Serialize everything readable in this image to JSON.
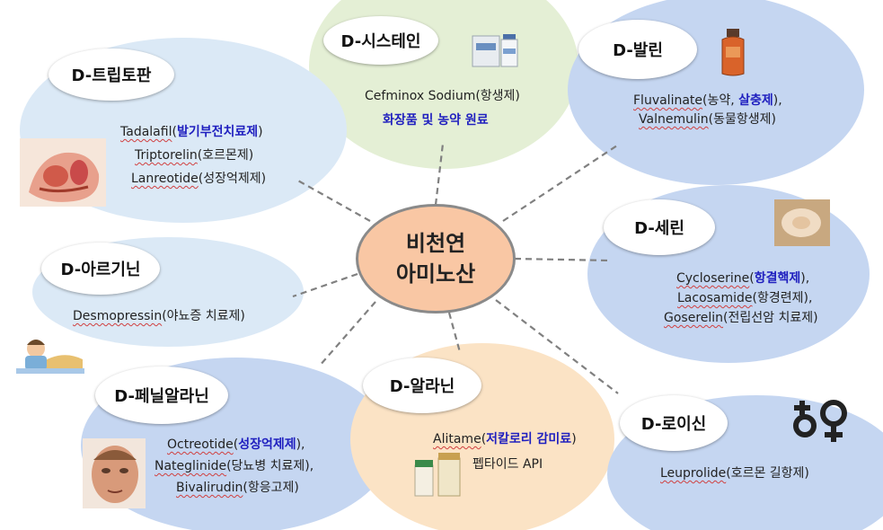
{
  "center": {
    "line1": "비천연",
    "line2": "아미노산"
  },
  "nodes": {
    "cys": {
      "title": "D-시스테인",
      "line1": "Cefminox Sodium(항생제)",
      "line2": "화장품 및 농약 원료"
    },
    "val": {
      "title": "D-발린",
      "line1": {
        "drug": "Fluvalinate",
        "p1": "(농약, ",
        "hl": "살충제",
        "p2": "),"
      },
      "line2": {
        "drug": "Valnemulin",
        "p1": "(동물항생제)"
      }
    },
    "trp": {
      "title": "D-트립토판",
      "line1": {
        "drug": "Tadalafil",
        "p1": "(",
        "hl": "발기부전치료제",
        "p2": ")"
      },
      "line2": {
        "drug": "Triptorelin",
        "p1": "(호르몬제)"
      },
      "line3": {
        "drug": "Lanreotide",
        "p1": "(성장억제제)"
      }
    },
    "ser": {
      "title": "D-세린",
      "line1": {
        "drug": "Cycloserine",
        "p1": "(",
        "hl": "항결핵제",
        "p2": "),"
      },
      "line2": {
        "drug": "Lacosamide",
        "p1": "(항경련제),"
      },
      "line3": {
        "drug": "Goserelin",
        "p1": "(전립선암 치료제)"
      }
    },
    "arg": {
      "title": "D-아르기닌",
      "line1": {
        "drug": "Desmopressin",
        "p1": "(야뇨증 치료제)"
      }
    },
    "phe": {
      "title": "D-페닐알라닌",
      "line1": {
        "drug": "Octreotide",
        "p1": "(",
        "hl": "성장억제제",
        "p2": "),"
      },
      "line2": {
        "drug": "Nateglinide",
        "p1": "(당뇨병 치료제),"
      },
      "line3": {
        "drug": "Bivalirudin",
        "p1": "(항응고제)"
      }
    },
    "ala": {
      "title": "D-알라닌",
      "line1": {
        "drug": "Alitame",
        "p1": "(",
        "hl": "저칼로리 감미료",
        "p2": ")"
      },
      "line2": "펩타이드 API"
    },
    "leu": {
      "title": "D-로이신",
      "line1": {
        "drug": "Leuprolide",
        "p1": "(호르몬 길항제)"
      }
    }
  },
  "icons": [
    "vial-bottles-image",
    "amber-bottle-image",
    "anatomy-illustration-image",
    "tissue-sample-image",
    "sleeping-child-image",
    "face-photo-image",
    "powder-bottles-image",
    "gender-symbol-icon"
  ],
  "colors": {
    "center_fill": "#f9c7a4",
    "highlight": "#1f1fbf",
    "green_bubble": "#e4efd5",
    "blue_bubble": "#c5d6f1"
  }
}
